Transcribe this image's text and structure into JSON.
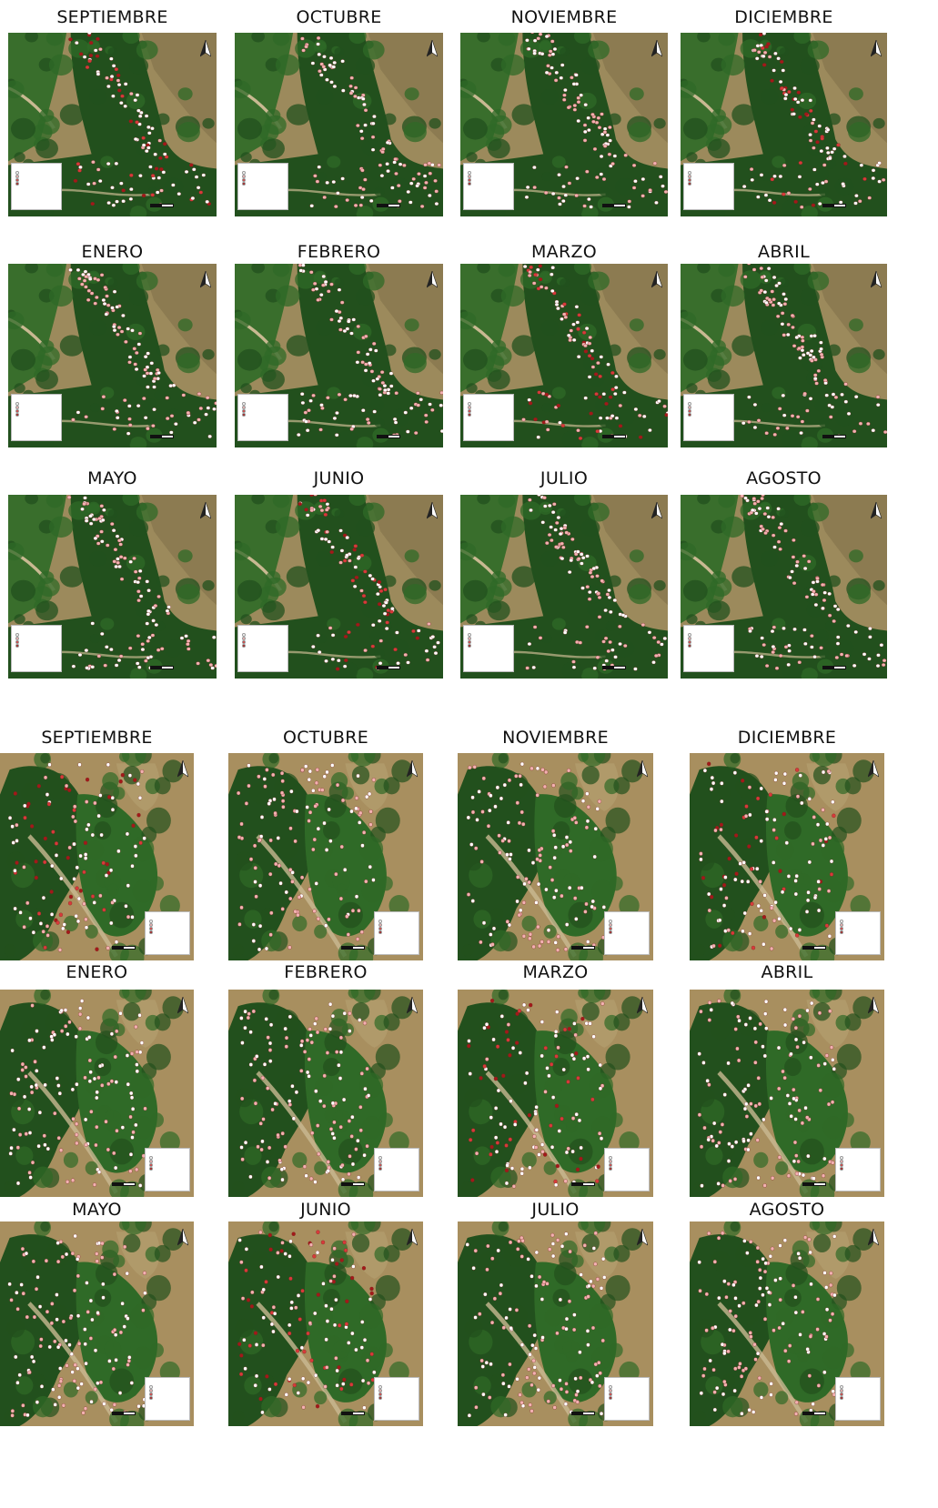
{
  "sections": [
    {
      "id": "site-a",
      "terrain": "a",
      "months": [
        "SEPTIEMBRE",
        "OCTUBRE",
        "NOVIEMBRE",
        "DICIEMBRE",
        "ENERO",
        "FEBRERO",
        "MARZO",
        "ABRIL",
        "MAYO",
        "JUNIO",
        "JULIO",
        "AGOSTO"
      ]
    },
    {
      "id": "site-b",
      "terrain": "b",
      "months": [
        "SEPTIEMBRE",
        "OCTUBRE",
        "NOVIEMBRE",
        "DICIEMBRE",
        "ENERO",
        "FEBRERO",
        "MARZO",
        "ABRIL",
        "MAYO",
        "JUNIO",
        "JULIO",
        "AGOSTO"
      ]
    }
  ],
  "map_colors": {
    "dense_tree": "#22501d",
    "tree": "#2f6a27",
    "bare_ground": "#9c8a5c",
    "dry_grass": "#a88f5f",
    "path": "#c9b992",
    "point_white": "#ffffff",
    "point_pink": "#f2b1b1",
    "point_red": "#d83a3a",
    "point_darkred": "#a31919"
  },
  "icons": {
    "north_arrow": "north-arrow-icon",
    "scale_bar": "scale-bar"
  }
}
